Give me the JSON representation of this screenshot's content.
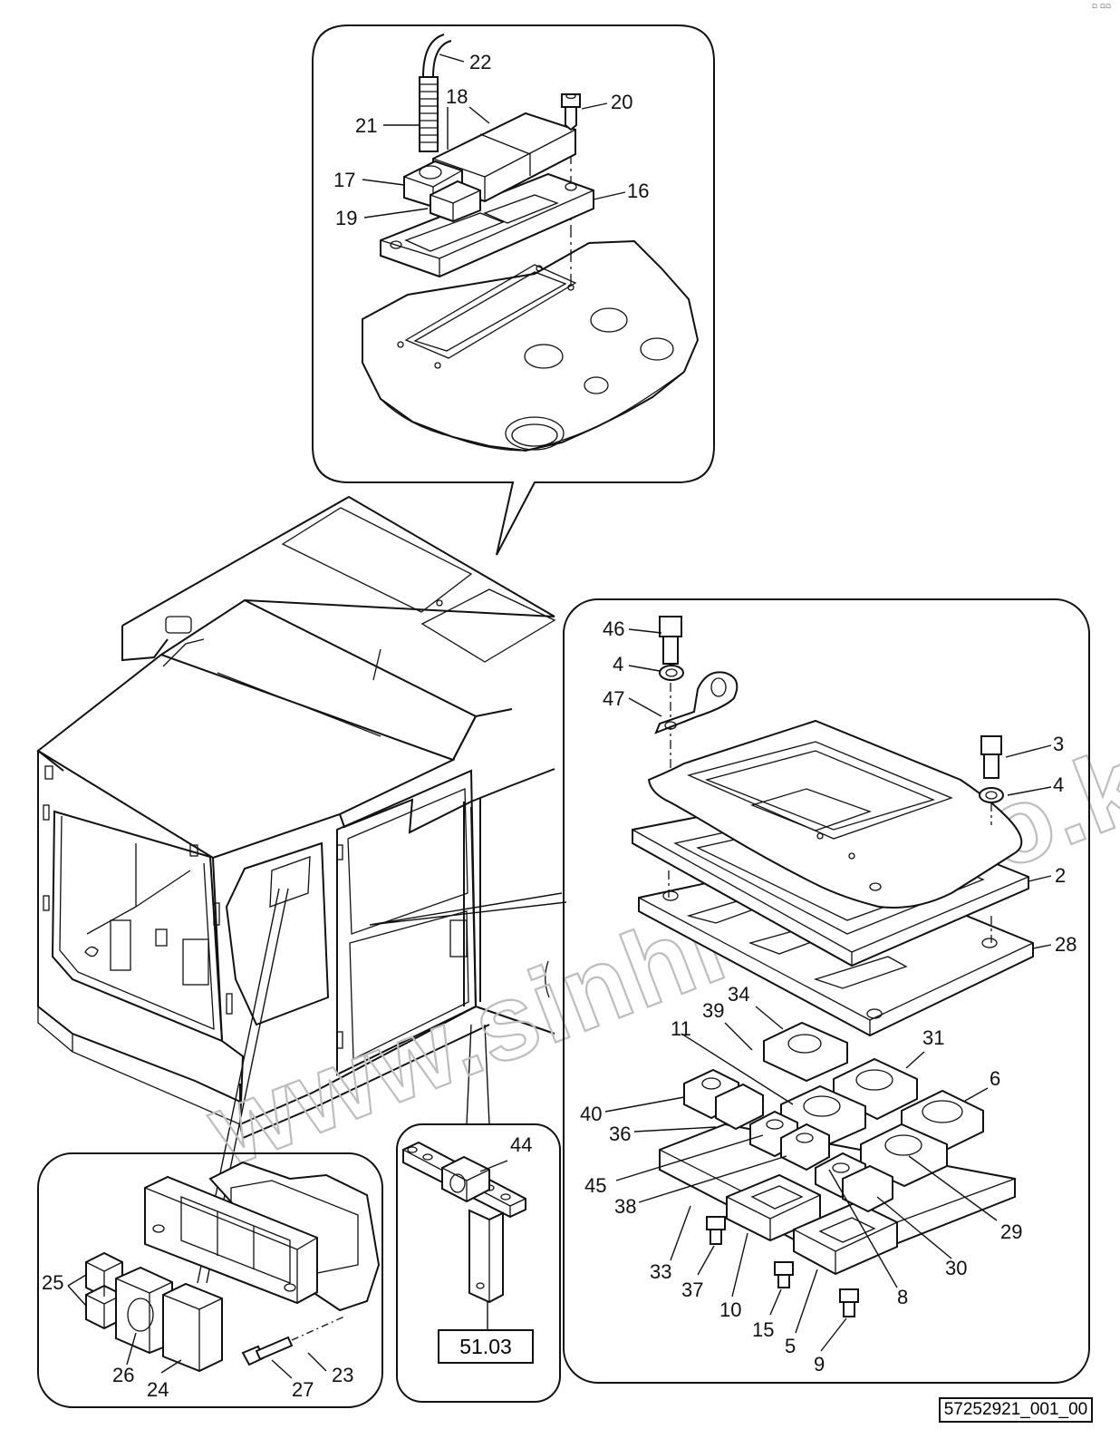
{
  "watermark": "www.sinhron-too.kz",
  "corner_mark": "▫ ▫▫",
  "reference_box": "51.03",
  "document_code": "57252921_001_00",
  "callouts": [
    {
      "id": "c22",
      "label": "22"
    },
    {
      "id": "c18",
      "label": "18"
    },
    {
      "id": "c20",
      "label": "20"
    },
    {
      "id": "c21",
      "label": "21"
    },
    {
      "id": "c17",
      "label": "17"
    },
    {
      "id": "c16",
      "label": "16"
    },
    {
      "id": "c19",
      "label": "19"
    },
    {
      "id": "c46",
      "label": "46"
    },
    {
      "id": "c4a",
      "label": "4"
    },
    {
      "id": "c47",
      "label": "47"
    },
    {
      "id": "c3",
      "label": "3"
    },
    {
      "id": "c4b",
      "label": "4"
    },
    {
      "id": "c2",
      "label": "2"
    },
    {
      "id": "c28",
      "label": "28"
    },
    {
      "id": "c34",
      "label": "34"
    },
    {
      "id": "c39",
      "label": "39"
    },
    {
      "id": "c11",
      "label": "11"
    },
    {
      "id": "c31",
      "label": "31"
    },
    {
      "id": "c6",
      "label": "6"
    },
    {
      "id": "c40",
      "label": "40"
    },
    {
      "id": "c36",
      "label": "36"
    },
    {
      "id": "c45",
      "label": "45"
    },
    {
      "id": "c38",
      "label": "38"
    },
    {
      "id": "c29",
      "label": "29"
    },
    {
      "id": "c30",
      "label": "30"
    },
    {
      "id": "c8",
      "label": "8"
    },
    {
      "id": "c33",
      "label": "33"
    },
    {
      "id": "c37",
      "label": "37"
    },
    {
      "id": "c10",
      "label": "10"
    },
    {
      "id": "c15",
      "label": "15"
    },
    {
      "id": "c5",
      "label": "5"
    },
    {
      "id": "c9",
      "label": "9"
    },
    {
      "id": "c44",
      "label": "44"
    },
    {
      "id": "c25",
      "label": "25"
    },
    {
      "id": "c26",
      "label": "26"
    },
    {
      "id": "c24",
      "label": "24"
    },
    {
      "id": "c27",
      "label": "27"
    },
    {
      "id": "c23",
      "label": "23"
    }
  ]
}
